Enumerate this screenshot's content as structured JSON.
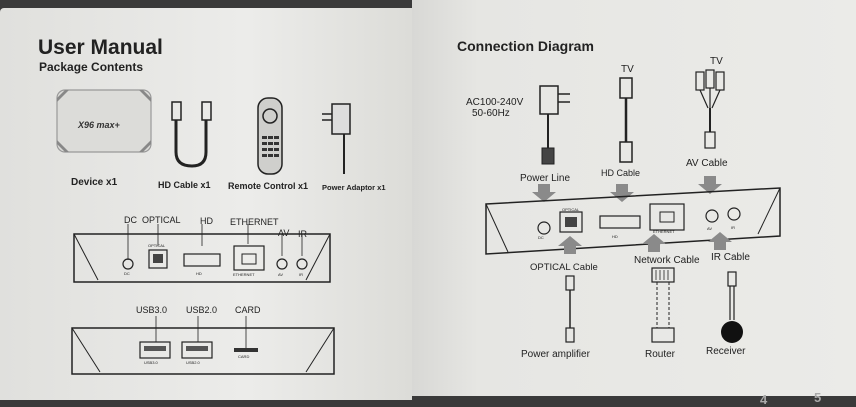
{
  "left": {
    "title": "User Manual",
    "subtitle": "Package Contents",
    "device_logo": "X96 max+",
    "items": {
      "device": "Device x1",
      "hd_cable": "HD Cable x1",
      "remote": "Remote Control x1",
      "adaptor": "Power Adaptor x1"
    },
    "port_labels_top": {
      "dc": "DC",
      "optical": "OPTICAL",
      "hd": "HD",
      "ethernet": "ETHERNET",
      "av": "AV",
      "ir": "IR"
    },
    "port_labels_small": {
      "dc": "DC",
      "optical": "OPTICAL",
      "hd": "HD",
      "ethernet": "ETHERNET",
      "av": "AV",
      "ir": "IR"
    },
    "usb_labels": {
      "usb3": "USB3.0",
      "usb2": "USB2.0",
      "card": "CARD"
    },
    "usb_labels_small": {
      "usb3": "USB3.0",
      "usb2": "USB2.0",
      "card": "CARD"
    }
  },
  "right": {
    "title": "Connection Diagram",
    "power_spec_line1": "AC100-240V",
    "power_spec_line2": "50-60Hz",
    "tv1": "TV",
    "tv2": "TV",
    "power_line": "Power Line",
    "hd_cable": "HD Cable",
    "av_cable": "AV Cable",
    "optical_cable": "OPTICAL Cable",
    "network_cable": "Network Cable",
    "ir_cable": "IR Cable",
    "power_amplifier": "Power amplifier",
    "router": "Router",
    "receiver": "Receiver",
    "port_small": {
      "dc": "DC",
      "optical_top": "OPTICAL",
      "hd": "HD",
      "ethernet": "ETHERNET",
      "av": "AV",
      "ir": "IR"
    }
  },
  "page_numbers": {
    "left": "4",
    "right": "5"
  },
  "colors": {
    "page": "#e9e9e6",
    "ink": "#222222",
    "arrow": "#8a8a8a"
  }
}
